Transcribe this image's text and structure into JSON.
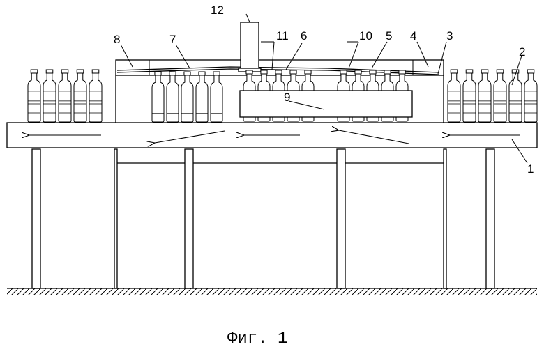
{
  "figure": {
    "caption": "Фиг. 1",
    "labels": {
      "l1": "1",
      "l2": "2",
      "l3": "3",
      "l4": "4",
      "l5": "5",
      "l6": "6",
      "l7": "7",
      "l8": "8",
      "l9": "9",
      "l10": "10",
      "l11": "11",
      "l12": "12"
    }
  }
}
